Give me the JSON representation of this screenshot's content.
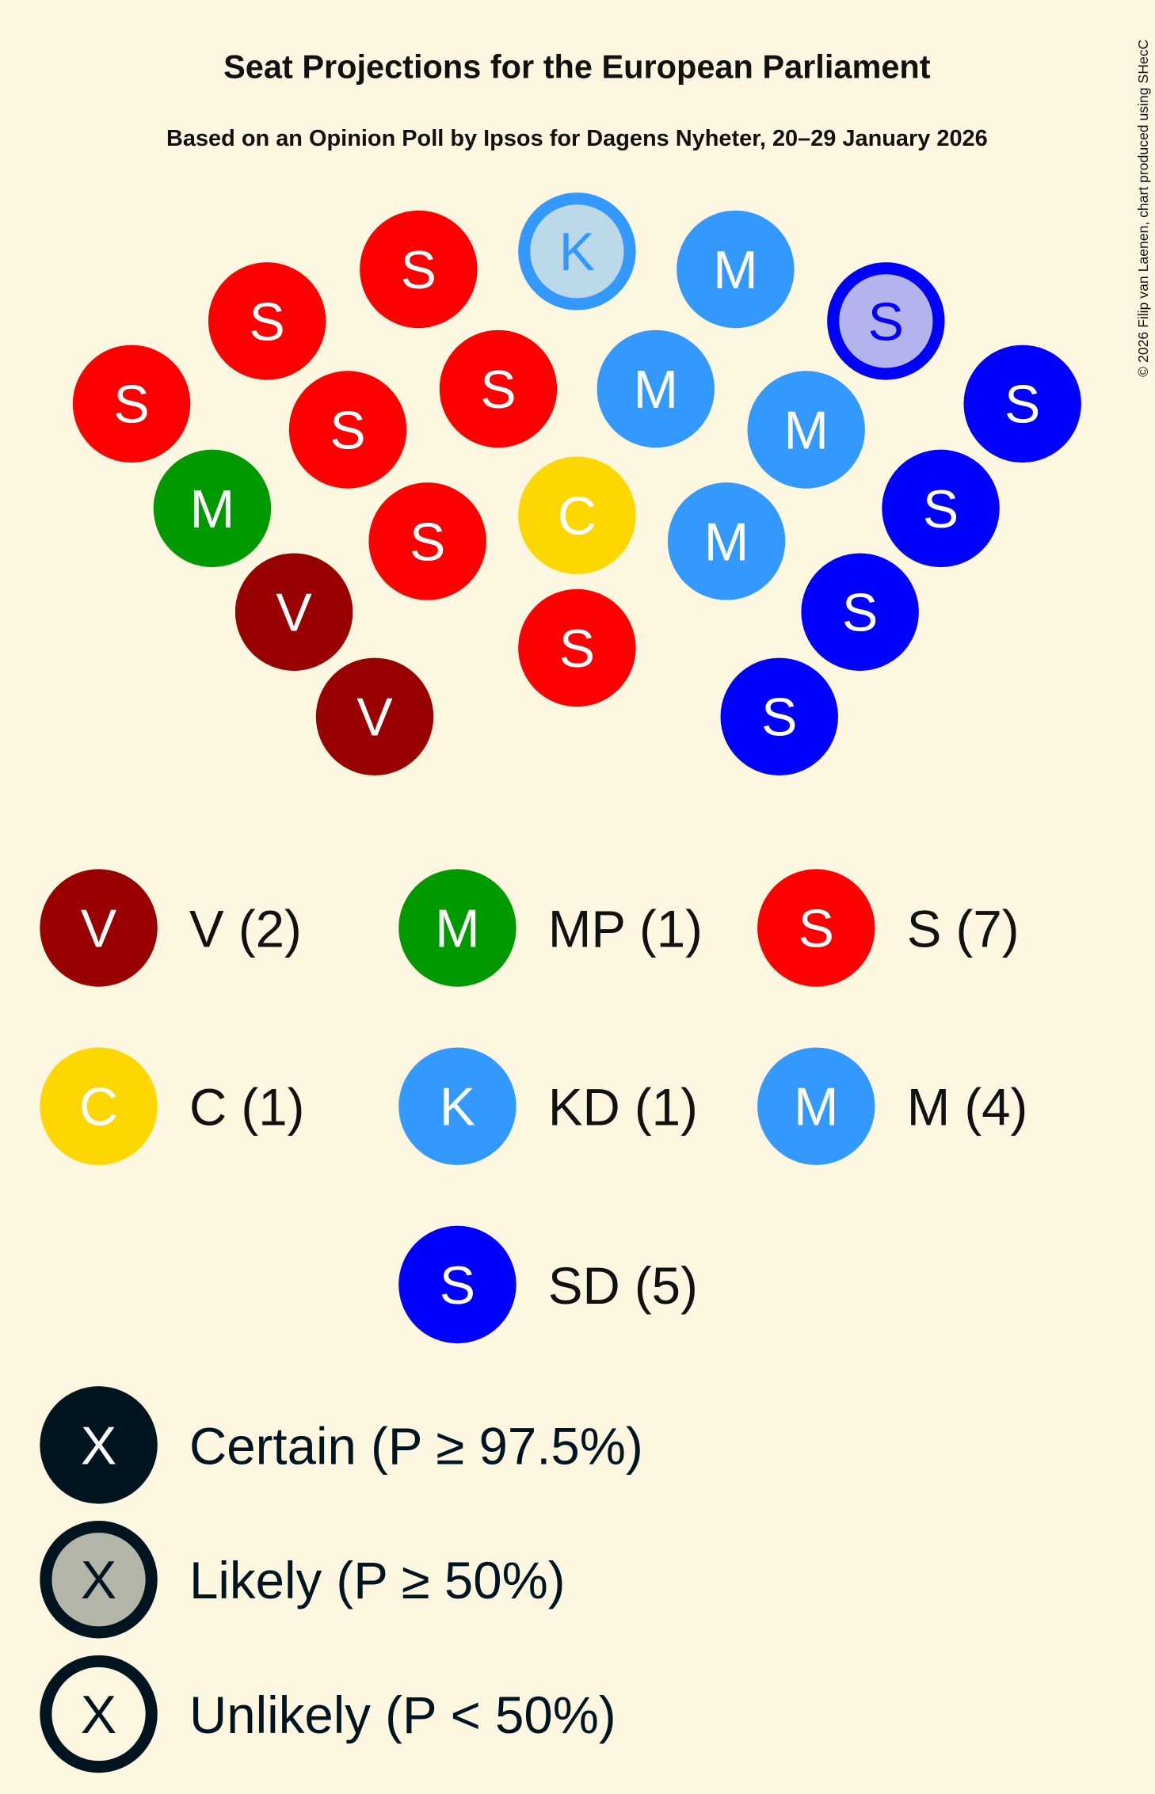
{
  "chart_data": {
    "type": "parliament-seat-chart",
    "title": "Seat Projections for the European Parliament",
    "subtitle": "Based on an Opinion Poll by Ipsos for Dagens Nyheter, 20–29 January 2026",
    "copyright": "© 2026 Filip van Laenen, chart produced using SHecC",
    "parties": [
      {
        "id": "V",
        "letter": "V",
        "label": "V (2)",
        "seats": 2,
        "color": "#990000",
        "certain": 2,
        "likely": 0
      },
      {
        "id": "MP",
        "letter": "M",
        "label": "MP (1)",
        "seats": 1,
        "color": "#009900",
        "certain": 1,
        "likely": 0
      },
      {
        "id": "S",
        "letter": "S",
        "label": "S (7)",
        "seats": 7,
        "color": "#ff0000",
        "certain": 7,
        "likely": 0
      },
      {
        "id": "C",
        "letter": "C",
        "label": "C (1)",
        "seats": 1,
        "color": "#ffd700",
        "certain": 1,
        "likely": 0
      },
      {
        "id": "KD",
        "letter": "K",
        "label": "KD (1)",
        "seats": 1,
        "color": "#3399ff",
        "certain": 0,
        "likely": 1,
        "likely_fill": "#bcd9ea"
      },
      {
        "id": "M",
        "letter": "M",
        "label": "M (4)",
        "seats": 4,
        "color": "#3399ff",
        "certain": 4,
        "likely": 0
      },
      {
        "id": "SD",
        "letter": "S",
        "label": "SD (5)",
        "seats": 5,
        "color": "#0000ff",
        "certain": 4,
        "likely": 1,
        "likely_fill": "#b3b3ee"
      }
    ],
    "seat_legend": [
      {
        "letter": "X",
        "label": "Certain (P ≥ 97.5%)",
        "style": "certain"
      },
      {
        "letter": "X",
        "label": "Likely (P ≥ 50%)",
        "style": "likely"
      },
      {
        "letter": "X",
        "label": "Unlikely (P < 50%)",
        "style": "unlikely"
      }
    ],
    "legend_color": "#001520",
    "likely_legend_fill": "#b3b5a8"
  }
}
